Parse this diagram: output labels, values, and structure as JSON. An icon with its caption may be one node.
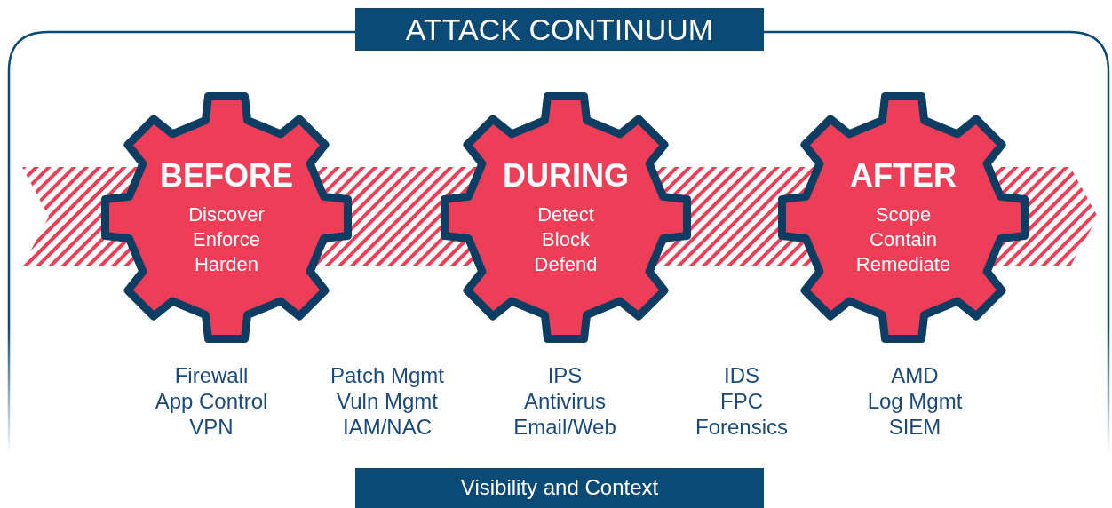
{
  "diagram": {
    "title": "ATTACK CONTINUUM",
    "caption": "Visibility and Context",
    "nodes": [
      {
        "text": [
          "BEFORE",
          "Discover Enforce Harden"
        ]
      },
      {
        "text": [
          "DURING",
          "Detect Block Defend"
        ]
      },
      {
        "text": [
          "AFTER",
          "Scope Contain Remediate"
        ]
      }
    ],
    "edges": [],
    "labels": [
      "Firewall",
      "App Control",
      "VPN",
      "Patch Mgmt",
      "Vuln Mgmt",
      "IAM/NAC",
      "IPS",
      "Antivirus",
      "Email/Web",
      "IDS",
      "FPC",
      "Forensics",
      "AMD",
      "Log Mgmt",
      "SIEM"
    ]
  }
}
